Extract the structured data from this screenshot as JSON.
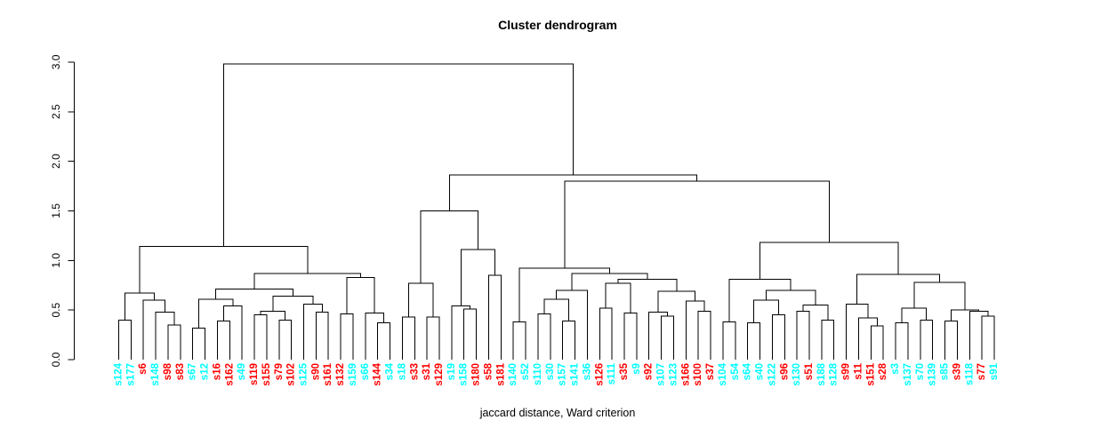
{
  "chart_data": {
    "type": "dendrogram",
    "title": "Cluster dendrogram",
    "xlabel": "jaccard distance, Ward criterion",
    "ylabel": "",
    "ylim": [
      0.0,
      3.0
    ],
    "y_ticks": [
      {
        "value": 0.0,
        "label": "0.0"
      },
      {
        "value": 0.5,
        "label": "0.5"
      },
      {
        "value": 1.0,
        "label": "1.0"
      },
      {
        "value": 1.5,
        "label": "1.5"
      },
      {
        "value": 2.0,
        "label": "2.0"
      },
      {
        "value": 2.5,
        "label": "2.5"
      },
      {
        "value": 3.0,
        "label": "3.0"
      }
    ],
    "grid": false,
    "legend": false,
    "line_color": "#000000",
    "label_colors": {
      "cyan": "#00ffff",
      "red": "#ff0000"
    },
    "leaves": [
      {
        "label": "s124",
        "color": "cyan"
      },
      {
        "label": "s177",
        "color": "cyan"
      },
      {
        "label": "s6",
        "color": "red"
      },
      {
        "label": "s148",
        "color": "cyan"
      },
      {
        "label": "s98",
        "color": "red"
      },
      {
        "label": "s83",
        "color": "red"
      },
      {
        "label": "s67",
        "color": "cyan"
      },
      {
        "label": "s12",
        "color": "cyan"
      },
      {
        "label": "s16",
        "color": "red"
      },
      {
        "label": "s162",
        "color": "red"
      },
      {
        "label": "s49",
        "color": "cyan"
      },
      {
        "label": "s119",
        "color": "red"
      },
      {
        "label": "s155",
        "color": "red"
      },
      {
        "label": "s79",
        "color": "red"
      },
      {
        "label": "s102",
        "color": "red"
      },
      {
        "label": "s125",
        "color": "cyan"
      },
      {
        "label": "s90",
        "color": "red"
      },
      {
        "label": "s161",
        "color": "red"
      },
      {
        "label": "s132",
        "color": "red"
      },
      {
        "label": "s159",
        "color": "cyan"
      },
      {
        "label": "s66",
        "color": "cyan"
      },
      {
        "label": "s144",
        "color": "red"
      },
      {
        "label": "s34",
        "color": "cyan"
      },
      {
        "label": "s18",
        "color": "cyan"
      },
      {
        "label": "s33",
        "color": "red"
      },
      {
        "label": "s31",
        "color": "red"
      },
      {
        "label": "s129",
        "color": "red"
      },
      {
        "label": "s19",
        "color": "cyan"
      },
      {
        "label": "s158",
        "color": "cyan"
      },
      {
        "label": "s180",
        "color": "red"
      },
      {
        "label": "s58",
        "color": "red"
      },
      {
        "label": "s181",
        "color": "red"
      },
      {
        "label": "s140",
        "color": "cyan"
      },
      {
        "label": "s52",
        "color": "cyan"
      },
      {
        "label": "s110",
        "color": "cyan"
      },
      {
        "label": "s30",
        "color": "cyan"
      },
      {
        "label": "s157",
        "color": "cyan"
      },
      {
        "label": "s141",
        "color": "cyan"
      },
      {
        "label": "s36",
        "color": "cyan"
      },
      {
        "label": "s126",
        "color": "red"
      },
      {
        "label": "s111",
        "color": "cyan"
      },
      {
        "label": "s35",
        "color": "red"
      },
      {
        "label": "s9",
        "color": "cyan"
      },
      {
        "label": "s92",
        "color": "red"
      },
      {
        "label": "s107",
        "color": "cyan"
      },
      {
        "label": "s123",
        "color": "cyan"
      },
      {
        "label": "s166",
        "color": "red"
      },
      {
        "label": "s100",
        "color": "red"
      },
      {
        "label": "s37",
        "color": "red"
      },
      {
        "label": "s104",
        "color": "cyan"
      },
      {
        "label": "s54",
        "color": "cyan"
      },
      {
        "label": "s64",
        "color": "cyan"
      },
      {
        "label": "s40",
        "color": "cyan"
      },
      {
        "label": "s122",
        "color": "cyan"
      },
      {
        "label": "s96",
        "color": "red"
      },
      {
        "label": "s130",
        "color": "cyan"
      },
      {
        "label": "s51",
        "color": "red"
      },
      {
        "label": "s188",
        "color": "cyan"
      },
      {
        "label": "s128",
        "color": "cyan"
      },
      {
        "label": "s99",
        "color": "red"
      },
      {
        "label": "s11",
        "color": "red"
      },
      {
        "label": "s151",
        "color": "red"
      },
      {
        "label": "s28",
        "color": "red"
      },
      {
        "label": "s3",
        "color": "cyan"
      },
      {
        "label": "s137",
        "color": "cyan"
      },
      {
        "label": "s70",
        "color": "cyan"
      },
      {
        "label": "s139",
        "color": "cyan"
      },
      {
        "label": "s85",
        "color": "cyan"
      },
      {
        "label": "s39",
        "color": "red"
      },
      {
        "label": "s118",
        "color": "cyan"
      },
      {
        "label": "s77",
        "color": "red"
      },
      {
        "label": "s91",
        "color": "cyan"
      }
    ],
    "tree": {
      "h": 2.98,
      "c": [
        {
          "h": 1.14,
          "c": [
            {
              "h": 0.67,
              "c": [
                {
                  "h": 0.4,
                  "c": [
                    "s124",
                    "s177"
                  ]
                },
                {
                  "h": 0.6,
                  "c": [
                    "s6",
                    {
                      "h": 0.48,
                      "c": [
                        "s148",
                        {
                          "h": 0.35,
                          "c": [
                            "s98",
                            "s83"
                          ]
                        }
                      ]
                    }
                  ]
                }
              ]
            },
            {
              "h": 0.87,
              "c": [
                {
                  "h": 0.71,
                  "c": [
                    {
                      "h": 0.61,
                      "c": [
                        {
                          "h": 0.32,
                          "c": [
                            "s67",
                            "s12"
                          ]
                        },
                        {
                          "h": 0.54,
                          "c": [
                            {
                              "h": 0.39,
                              "c": [
                                "s16",
                                "s162"
                              ]
                            },
                            "s49"
                          ]
                        }
                      ]
                    },
                    {
                      "h": 0.64,
                      "c": [
                        {
                          "h": 0.49,
                          "c": [
                            {
                              "h": 0.45,
                              "c": [
                                "s119",
                                "s155"
                              ]
                            },
                            {
                              "h": 0.4,
                              "c": [
                                "s79",
                                "s102"
                              ]
                            }
                          ]
                        },
                        {
                          "h": 0.56,
                          "c": [
                            "s125",
                            {
                              "h": 0.48,
                              "c": [
                                "s90",
                                "s161"
                              ]
                            }
                          ]
                        }
                      ]
                    }
                  ]
                },
                {
                  "h": 0.83,
                  "c": [
                    {
                      "h": 0.46,
                      "c": [
                        "s132",
                        "s159"
                      ]
                    },
                    {
                      "h": 0.47,
                      "c": [
                        "s66",
                        {
                          "h": 0.37,
                          "c": [
                            "s144",
                            "s34"
                          ]
                        }
                      ]
                    }
                  ]
                }
              ]
            }
          ]
        },
        {
          "h": 1.86,
          "c": [
            {
              "h": 1.5,
              "c": [
                {
                  "h": 0.77,
                  "c": [
                    {
                      "h": 0.43,
                      "c": [
                        "s18",
                        "s33"
                      ]
                    },
                    {
                      "h": 0.43,
                      "c": [
                        "s31",
                        "s129"
                      ]
                    }
                  ]
                },
                {
                  "h": 1.11,
                  "c": [
                    {
                      "h": 0.54,
                      "c": [
                        "s19",
                        {
                          "h": 0.51,
                          "c": [
                            "s158",
                            "s180"
                          ]
                        }
                      ]
                    },
                    {
                      "h": 0.85,
                      "c": [
                        "s58",
                        "s181"
                      ]
                    }
                  ]
                }
              ]
            },
            {
              "h": 1.8,
              "c": [
                {
                  "h": 0.92,
                  "c": [
                    {
                      "h": 0.38,
                      "c": [
                        "s140",
                        "s52"
                      ]
                    },
                    {
                      "h": 0.87,
                      "c": [
                        {
                          "h": 0.7,
                          "c": [
                            {
                              "h": 0.61,
                              "c": [
                                {
                                  "h": 0.46,
                                  "c": [
                                    "s110",
                                    "s30"
                                  ]
                                },
                                {
                                  "h": 0.39,
                                  "c": [
                                    "s157",
                                    "s141"
                                  ]
                                }
                              ]
                            },
                            "s36"
                          ]
                        },
                        {
                          "h": 0.81,
                          "c": [
                            {
                              "h": 0.77,
                              "c": [
                                {
                                  "h": 0.52,
                                  "c": [
                                    "s126",
                                    "s111"
                                  ]
                                },
                                {
                                  "h": 0.47,
                                  "c": [
                                    "s35",
                                    "s9"
                                  ]
                                }
                              ]
                            },
                            {
                              "h": 0.69,
                              "c": [
                                {
                                  "h": 0.48,
                                  "c": [
                                    "s92",
                                    {
                                      "h": 0.44,
                                      "c": [
                                        "s107",
                                        "s123"
                                      ]
                                    }
                                  ]
                                },
                                {
                                  "h": 0.59,
                                  "c": [
                                    "s166",
                                    {
                                      "h": 0.49,
                                      "c": [
                                        "s100",
                                        "s37"
                                      ]
                                    }
                                  ]
                                }
                              ]
                            }
                          ]
                        }
                      ]
                    }
                  ]
                },
                {
                  "h": 1.18,
                  "c": [
                    {
                      "h": 0.81,
                      "c": [
                        {
                          "h": 0.38,
                          "c": [
                            "s104",
                            "s54"
                          ]
                        },
                        {
                          "h": 0.7,
                          "c": [
                            {
                              "h": 0.6,
                              "c": [
                                {
                                  "h": 0.37,
                                  "c": [
                                    "s64",
                                    "s40"
                                  ]
                                },
                                {
                                  "h": 0.45,
                                  "c": [
                                    "s122",
                                    "s96"
                                  ]
                                }
                              ]
                            },
                            {
                              "h": 0.55,
                              "c": [
                                {
                                  "h": 0.49,
                                  "c": [
                                    "s130",
                                    "s51"
                                  ]
                                },
                                {
                                  "h": 0.4,
                                  "c": [
                                    "s188",
                                    "s128"
                                  ]
                                }
                              ]
                            }
                          ]
                        }
                      ]
                    },
                    {
                      "h": 0.86,
                      "c": [
                        {
                          "h": 0.56,
                          "c": [
                            "s99",
                            {
                              "h": 0.42,
                              "c": [
                                "s11",
                                {
                                  "h": 0.34,
                                  "c": [
                                    "s151",
                                    "s28"
                                  ]
                                }
                              ]
                            }
                          ]
                        },
                        {
                          "h": 0.78,
                          "c": [
                            {
                              "h": 0.52,
                              "c": [
                                {
                                  "h": 0.37,
                                  "c": [
                                    "s3",
                                    "s137"
                                  ]
                                },
                                {
                                  "h": 0.4,
                                  "c": [
                                    "s70",
                                    "s139"
                                  ]
                                }
                              ]
                            },
                            {
                              "h": 0.5,
                              "c": [
                                {
                                  "h": 0.39,
                                  "c": [
                                    "s85",
                                    "s39"
                                  ]
                                },
                                {
                                  "h": 0.49,
                                  "c": [
                                    "s118",
                                    {
                                      "h": 0.44,
                                      "c": [
                                        "s77",
                                        "s91"
                                      ]
                                    }
                                  ]
                                }
                              ]
                            }
                          ]
                        }
                      ]
                    }
                  ]
                }
              ]
            }
          ]
        }
      ]
    }
  }
}
